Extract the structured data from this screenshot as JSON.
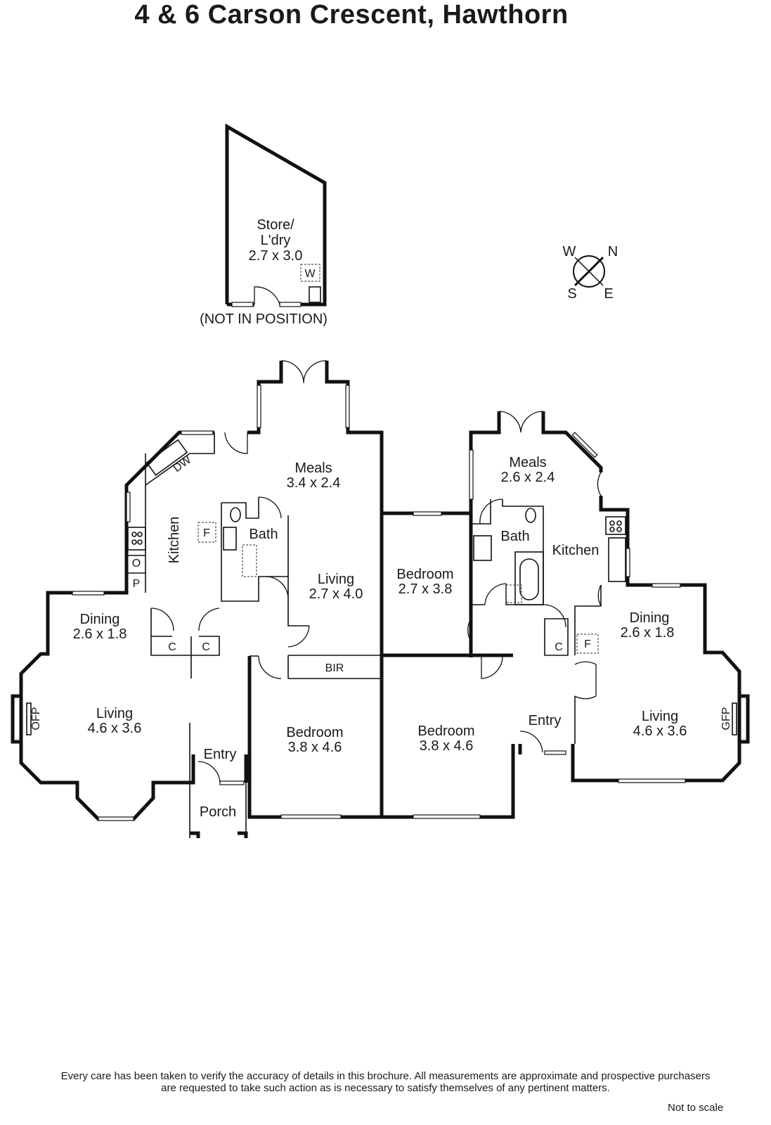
{
  "title": "4 & 6 Carson Crescent, Hawthorn",
  "store": {
    "name": "Store/",
    "name2": "L'dry",
    "dims": "2.7 x 3.0",
    "note": "(NOT IN POSITION)",
    "washer": "W"
  },
  "compass": {
    "w": "W",
    "n": "N",
    "s": "S",
    "e": "E"
  },
  "left_unit": {
    "meals": {
      "name": "Meals",
      "dims": "3.4 x 2.4"
    },
    "kitchen": {
      "name": "Kitchen",
      "dw": "DW",
      "oven": "O",
      "pantry": "P",
      "fridge": "F"
    },
    "bath": {
      "name": "Bath"
    },
    "living_small": {
      "name": "Living",
      "dims": "2.7 x 4.0"
    },
    "dining": {
      "name": "Dining",
      "dims": "2.6 x 1.8"
    },
    "cupboards": [
      "C",
      "C"
    ],
    "living": {
      "name": "Living",
      "dims": "4.6 x 3.6",
      "fireplace": "OFP"
    },
    "entry": {
      "name": "Entry"
    },
    "porch": {
      "name": "Porch"
    },
    "bir": {
      "name": "BIR"
    },
    "bedroom": {
      "name": "Bedroom",
      "dims": "3.8 x 4.6"
    }
  },
  "right_unit": {
    "meals": {
      "name": "Meals",
      "dims": "2.6 x 2.4"
    },
    "bath": {
      "name": "Bath"
    },
    "kitchen": {
      "name": "Kitchen",
      "fridge": "F"
    },
    "bedroom_small": {
      "name": "Bedroom",
      "dims": "2.7 x 3.8"
    },
    "dining": {
      "name": "Dining",
      "dims": "2.6 x 1.8"
    },
    "cupboard": "C",
    "bedroom": {
      "name": "Bedroom",
      "dims": "3.8 x 4.6"
    },
    "entry": {
      "name": "Entry"
    },
    "living": {
      "name": "Living",
      "dims": "4.6 x 3.6",
      "fireplace": "GFP"
    }
  },
  "footer": {
    "disclaimer1": "Every care has been taken to verify the accuracy of details in this brochure.  All measurements are approximate and prospective purchasers",
    "disclaimer2": "are requested to take such action as is necessary to satisfy themselves of any pertinent matters.",
    "scale": "Not to scale"
  }
}
